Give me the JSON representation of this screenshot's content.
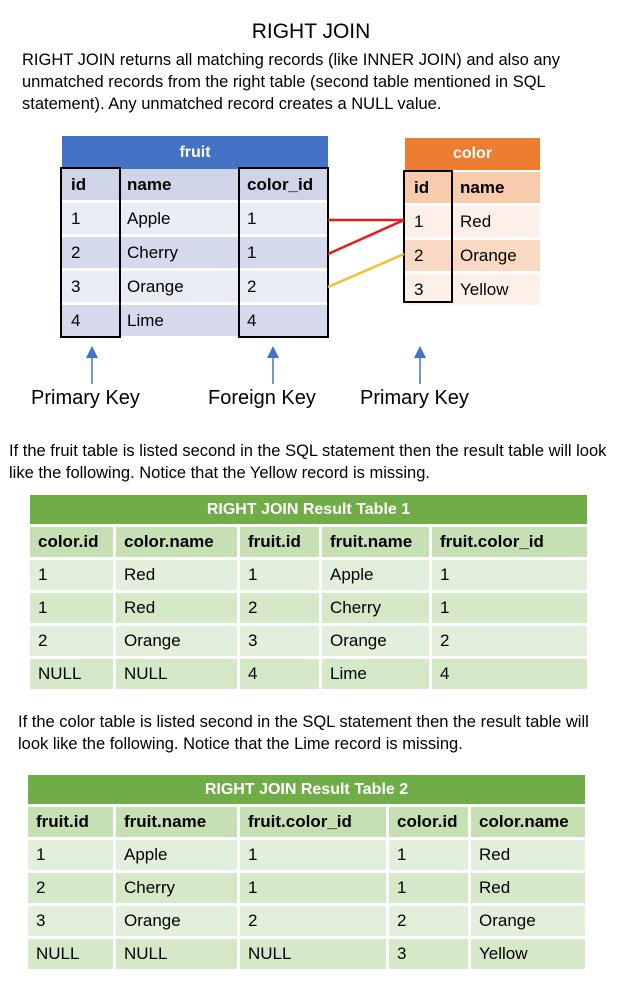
{
  "title": "RIGHT JOIN",
  "intro": "RIGHT JOIN returns all matching records (like INNER JOIN) and also any unmatched records from the right table (second table mentioned in SQL statement). Any unmatched record creates a NULL value.",
  "fruit_table": {
    "name": "fruit",
    "columns": [
      "id",
      "name",
      "color_id"
    ],
    "rows": [
      [
        "1",
        "Apple",
        "1"
      ],
      [
        "2",
        "Cherry",
        "1"
      ],
      [
        "3",
        "Orange",
        "2"
      ],
      [
        "4",
        "Lime",
        "4"
      ]
    ]
  },
  "color_table": {
    "name": "color",
    "columns": [
      "id",
      "name"
    ],
    "rows": [
      [
        "1",
        "Red"
      ],
      [
        "2",
        "Orange"
      ],
      [
        "3",
        "Yellow"
      ]
    ]
  },
  "key_labels": {
    "fruit_id": "Primary Key",
    "fruit_color_id": "Foreign Key",
    "color_id": "Primary Key"
  },
  "colors": {
    "fruit_header": "#4472c4",
    "color_header": "#ed7d31",
    "result_header": "#70ad47",
    "link_red": "#e81c1c",
    "link_yellow": "#f2c02a",
    "arrow": "#4472c4"
  },
  "paragraph_1": "If the fruit table is listed second in the SQL statement then the result table will look like the following.  Notice that the Yellow record is missing.",
  "result_table_1": {
    "title": "RIGHT JOIN Result Table 1",
    "columns": [
      "color.id",
      "color.name",
      "fruit.id",
      "fruit.name",
      "fruit.color_id"
    ],
    "rows": [
      [
        "1",
        "Red",
        "1",
        "Apple",
        "1"
      ],
      [
        "1",
        "Red",
        "2",
        "Cherry",
        "1"
      ],
      [
        "2",
        "Orange",
        "3",
        "Orange",
        "2"
      ],
      [
        "NULL",
        "NULL",
        "4",
        "Lime",
        "4"
      ]
    ]
  },
  "paragraph_2": "If the color table is listed second in the SQL statement then the result table will look like the following.  Notice that the Lime record is missing.",
  "result_table_2": {
    "title": "RIGHT JOIN Result Table 2",
    "columns": [
      "fruit.id",
      "fruit.name",
      "fruit.color_id",
      "color.id",
      "color.name"
    ],
    "rows": [
      [
        "1",
        "Apple",
        "1",
        "1",
        "Red"
      ],
      [
        "2",
        "Cherry",
        "1",
        "1",
        "Red"
      ],
      [
        "3",
        "Orange",
        "2",
        "2",
        "Orange"
      ],
      [
        "NULL",
        "NULL",
        "NULL",
        "3",
        "Yellow"
      ]
    ]
  }
}
